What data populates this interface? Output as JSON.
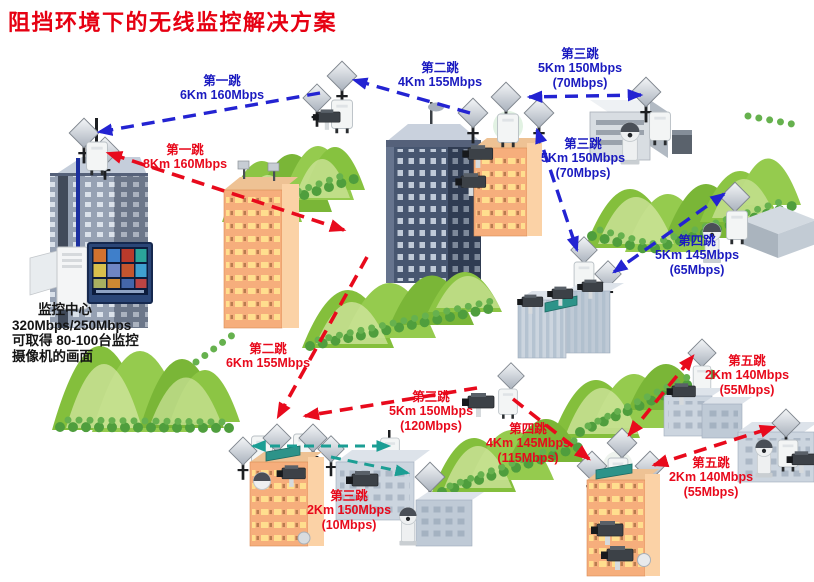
{
  "title": "阻挡环境下的无线监控解决方案",
  "colors": {
    "title_red": "#e60012",
    "link_blue": "#2323d2",
    "link_red": "#e80a1c",
    "link_teal": "#1b9e94",
    "label_blue": "#1b1bc0"
  },
  "monitoring_center": {
    "caption_lines": [
      "监控中心",
      "320Mbps/250Mbps",
      "可取得 80-100台监控",
      "摄像机的画面"
    ]
  },
  "hops": [
    {
      "id": "blue-hop-1",
      "color": "blue",
      "name": "第一跳",
      "rate": "6Km 160Mbps",
      "capacity": ""
    },
    {
      "id": "blue-hop-2",
      "color": "blue",
      "name": "第二跳",
      "rate": "4Km 155Mbps",
      "capacity": ""
    },
    {
      "id": "blue-hop-3a",
      "color": "blue",
      "name": "第三跳",
      "rate": "5Km 150Mbps",
      "capacity": "(70Mbps)"
    },
    {
      "id": "blue-hop-3b",
      "color": "blue",
      "name": "第三跳",
      "rate": "5Km 150Mbps",
      "capacity": "(70Mbps)"
    },
    {
      "id": "blue-hop-4",
      "color": "blue",
      "name": "第四跳",
      "rate": "5Km 145Mbps",
      "capacity": "(65Mbps)"
    },
    {
      "id": "red-hop-1",
      "color": "red",
      "name": "第一跳",
      "rate": "8Km 160Mbps",
      "capacity": ""
    },
    {
      "id": "red-hop-2",
      "color": "red",
      "name": "第二跳",
      "rate": "6Km 155Mbps",
      "capacity": ""
    },
    {
      "id": "red-hop-3a",
      "color": "red",
      "name": "第三跳",
      "rate": "5Km 150Mbps",
      "capacity": "(120Mbps)"
    },
    {
      "id": "red-hop-4",
      "color": "red",
      "name": "第四跳",
      "rate": "4Km 145Mbps",
      "capacity": "(115Mbps)"
    },
    {
      "id": "red-hop-5a",
      "color": "red",
      "name": "第五跳",
      "rate": "2Km 140Mbps",
      "capacity": "(55Mbps)"
    },
    {
      "id": "red-hop-5b",
      "color": "red",
      "name": "第五跳",
      "rate": "2Km 140Mbps",
      "capacity": "(55Mbps)"
    },
    {
      "id": "red-hop-3b",
      "color": "red",
      "name": "第三跳",
      "rate": "2Km 150Mbps",
      "capacity": "(10Mbps)"
    }
  ]
}
